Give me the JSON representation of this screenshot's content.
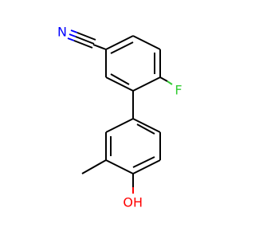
{
  "molecule": {
    "atoms": [
      {
        "id": "N",
        "label": "N",
        "color": "#0000ff"
      },
      {
        "id": "F",
        "label": "F",
        "color": "#33cc33"
      },
      {
        "id": "OH",
        "label": "OH",
        "color": "#ff0000"
      }
    ],
    "bond_color": "#000000",
    "groups": [
      "nitrile",
      "fluoro",
      "methyl",
      "hydroxy",
      "biphenyl"
    ]
  }
}
